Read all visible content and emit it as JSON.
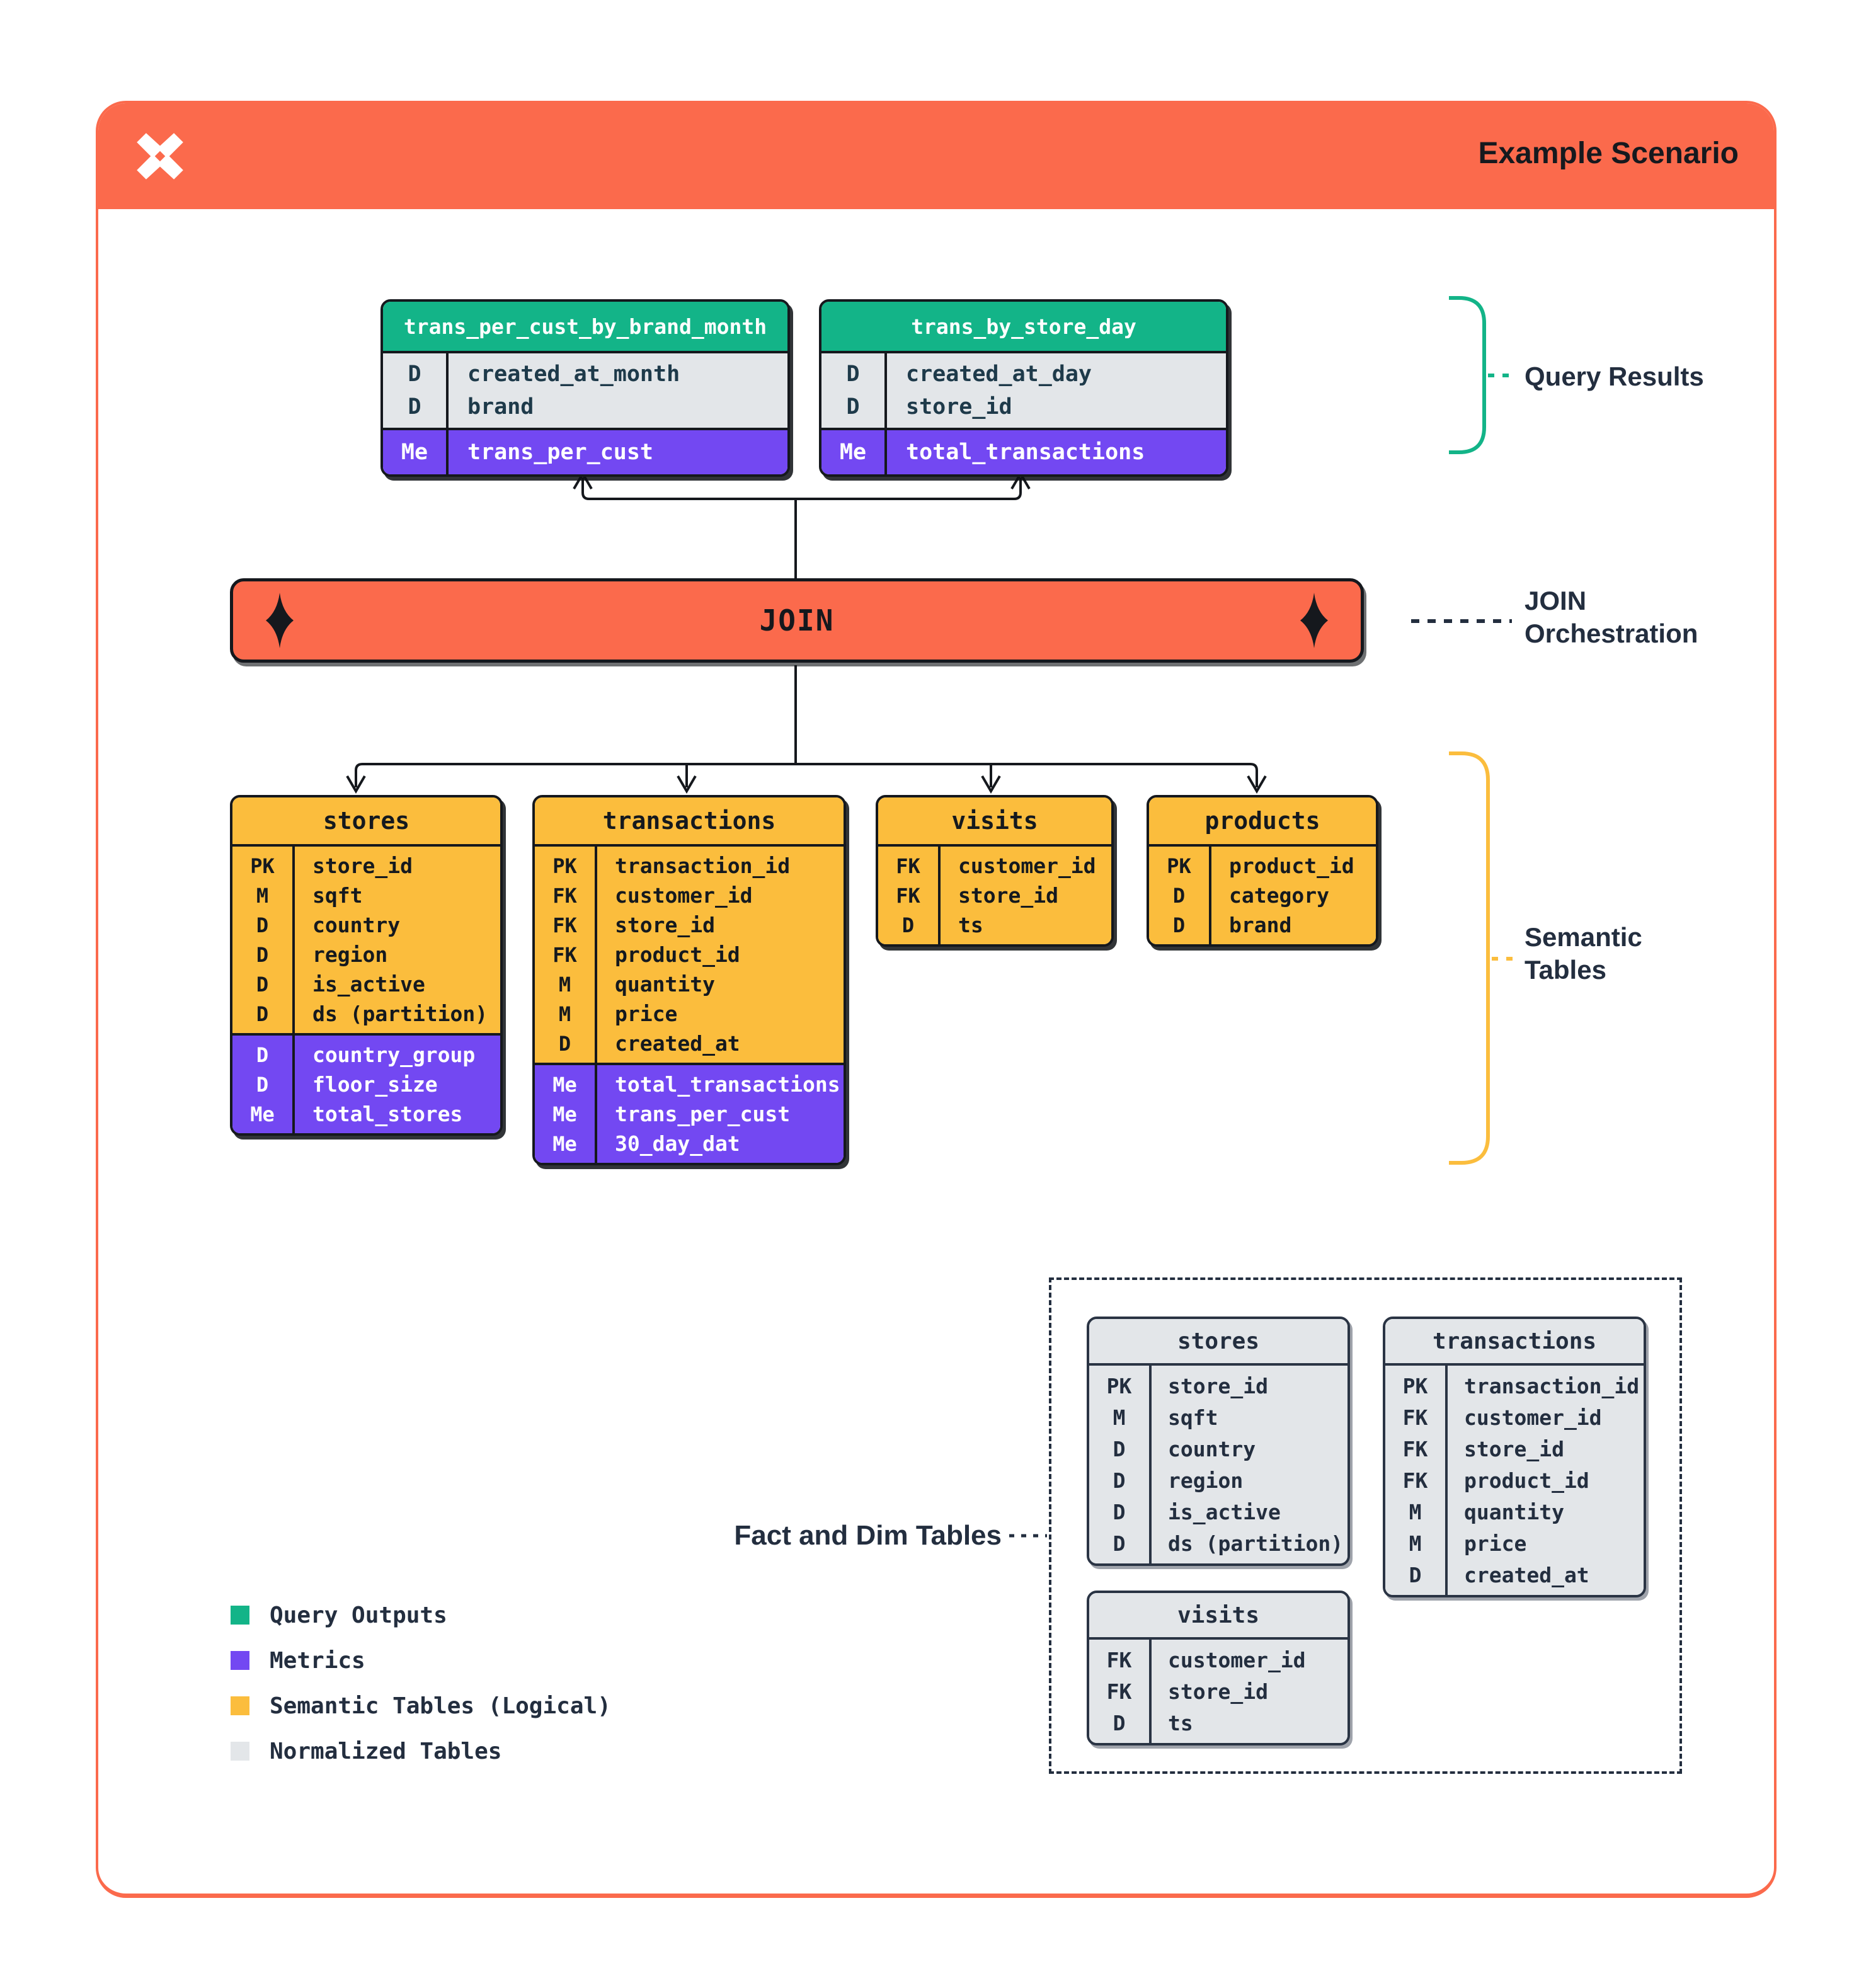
{
  "header": {
    "title": "Example Scenario",
    "logo": "dagster-x-logo"
  },
  "join": {
    "label": "JOIN"
  },
  "side_labels": {
    "query_results": "Query Results",
    "join_orchestration_line1": "JOIN",
    "join_orchestration_line2": "Orchestration",
    "semantic_tables_line1": "Semantic",
    "semantic_tables_line2": "Tables",
    "fact_and_dim": "Fact and Dim Tables"
  },
  "colors": {
    "orange": "#FB6A4C",
    "green": "#13B488",
    "purple": "#7348F2",
    "yellow": "#FBBD3D",
    "gray": "#E3E6E9",
    "navy": "#232E3F",
    "black": "#15181D"
  },
  "query_tables": [
    {
      "title": "trans_per_cust_by_brand_month",
      "rows": [
        {
          "key": "D",
          "name": "created_at_month",
          "section": "base"
        },
        {
          "key": "D",
          "name": "brand",
          "section": "base"
        },
        {
          "key": "Me",
          "name": "trans_per_cust",
          "section": "derived"
        }
      ]
    },
    {
      "title": "trans_by_store_day",
      "rows": [
        {
          "key": "D",
          "name": "created_at_day",
          "section": "base"
        },
        {
          "key": "D",
          "name": "store_id",
          "section": "base"
        },
        {
          "key": "Me",
          "name": "total_transactions",
          "section": "derived"
        }
      ]
    }
  ],
  "semantic_tables": [
    {
      "title": "stores",
      "rows": [
        {
          "key": "PK",
          "name": "store_id",
          "section": "base"
        },
        {
          "key": "M",
          "name": "sqft",
          "section": "base"
        },
        {
          "key": "D",
          "name": "country",
          "section": "base"
        },
        {
          "key": "D",
          "name": "region",
          "section": "base"
        },
        {
          "key": "D",
          "name": "is_active",
          "section": "base"
        },
        {
          "key": "D",
          "name": "ds (partition)",
          "section": "base"
        },
        {
          "key": "D",
          "name": "country_group",
          "section": "derived"
        },
        {
          "key": "D",
          "name": "floor_size",
          "section": "derived"
        },
        {
          "key": "Me",
          "name": "total_stores",
          "section": "derived"
        }
      ]
    },
    {
      "title": "transactions",
      "rows": [
        {
          "key": "PK",
          "name": "transaction_id",
          "section": "base"
        },
        {
          "key": "FK",
          "name": "customer_id",
          "section": "base"
        },
        {
          "key": "FK",
          "name": "store_id",
          "section": "base"
        },
        {
          "key": "FK",
          "name": "product_id",
          "section": "base"
        },
        {
          "key": "M",
          "name": "quantity",
          "section": "base"
        },
        {
          "key": "M",
          "name": "price",
          "section": "base"
        },
        {
          "key": "D",
          "name": "created_at",
          "section": "base"
        },
        {
          "key": "Me",
          "name": "total_transactions",
          "section": "derived"
        },
        {
          "key": "Me",
          "name": "trans_per_cust",
          "section": "derived"
        },
        {
          "key": "Me",
          "name": "30_day_dat",
          "section": "derived"
        }
      ]
    },
    {
      "title": "visits",
      "rows": [
        {
          "key": "FK",
          "name": "customer_id",
          "section": "base"
        },
        {
          "key": "FK",
          "name": "store_id",
          "section": "base"
        },
        {
          "key": "D",
          "name": "ts",
          "section": "base"
        }
      ]
    },
    {
      "title": "products",
      "rows": [
        {
          "key": "PK",
          "name": "product_id",
          "section": "base"
        },
        {
          "key": "D",
          "name": "category",
          "section": "base"
        },
        {
          "key": "D",
          "name": "brand",
          "section": "base"
        }
      ]
    }
  ],
  "normalized_tables": [
    {
      "title": "stores",
      "rows": [
        {
          "key": "PK",
          "name": "store_id",
          "section": "base"
        },
        {
          "key": "M",
          "name": "sqft",
          "section": "base"
        },
        {
          "key": "D",
          "name": "country",
          "section": "base"
        },
        {
          "key": "D",
          "name": "region",
          "section": "base"
        },
        {
          "key": "D",
          "name": "is_active",
          "section": "base"
        },
        {
          "key": "D",
          "name": "ds (partition)",
          "section": "base"
        }
      ]
    },
    {
      "title": "transactions",
      "rows": [
        {
          "key": "PK",
          "name": "transaction_id",
          "section": "base"
        },
        {
          "key": "FK",
          "name": "customer_id",
          "section": "base"
        },
        {
          "key": "FK",
          "name": "store_id",
          "section": "base"
        },
        {
          "key": "FK",
          "name": "product_id",
          "section": "base"
        },
        {
          "key": "M",
          "name": "quantity",
          "section": "base"
        },
        {
          "key": "M",
          "name": "price",
          "section": "base"
        },
        {
          "key": "D",
          "name": "created_at",
          "section": "base"
        }
      ]
    },
    {
      "title": "visits",
      "rows": [
        {
          "key": "FK",
          "name": "customer_id",
          "section": "base"
        },
        {
          "key": "FK",
          "name": "store_id",
          "section": "base"
        },
        {
          "key": "D",
          "name": "ts",
          "section": "base"
        }
      ]
    }
  ],
  "legend": [
    {
      "label": "Query Outputs",
      "color": "#13B488"
    },
    {
      "label": "Metrics",
      "color": "#7348F2"
    },
    {
      "label": "Semantic Tables (Logical)",
      "color": "#FBBD3D"
    },
    {
      "label": "Normalized Tables",
      "color": "#E3E6E9"
    }
  ]
}
